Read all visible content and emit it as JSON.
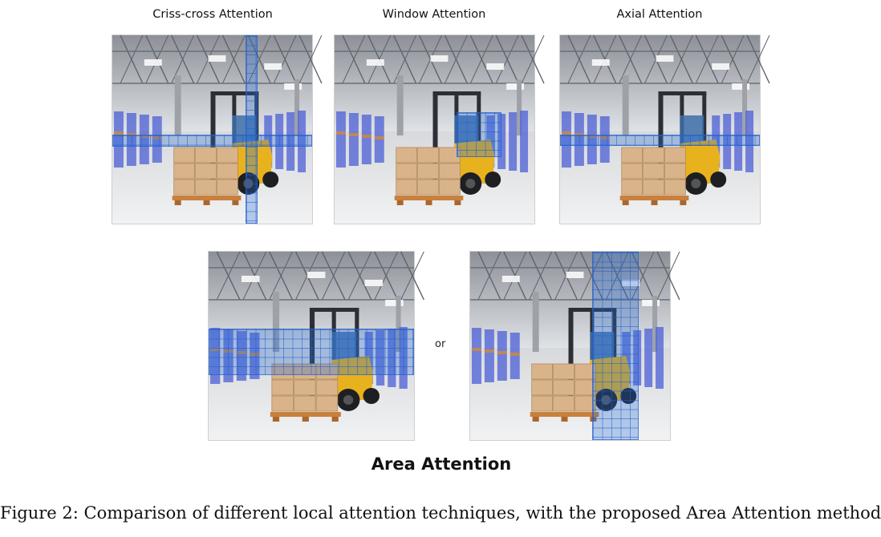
{
  "panels": [
    {
      "title": "Criss-cross Attention",
      "pattern": "criss-cross"
    },
    {
      "title": "Window Attention",
      "pattern": "window"
    },
    {
      "title": "Axial Attention",
      "pattern": "axial"
    }
  ],
  "area": {
    "title": "Area Attention",
    "separator": "or",
    "variants": [
      "horizontal",
      "vertical"
    ]
  },
  "figure": {
    "caption": "Figure 2: Comparison of different local attention techniques, with the proposed Area Attention method"
  },
  "colors": {
    "highlight": "#3c78d8",
    "box": "#d9b48a",
    "forklift_body": "#e8b21e",
    "forklift_frame": "#2c2f36",
    "shelving": "#4b5fd6"
  }
}
